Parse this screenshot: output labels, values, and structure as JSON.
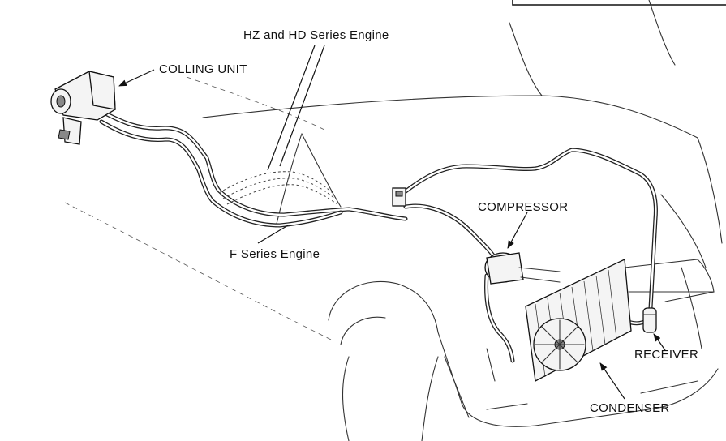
{
  "labels": {
    "hz_hd_engine": "HZ and HD Series Engine",
    "cooling_unit": "COLLING UNIT",
    "compressor": "COMPRESSOR",
    "f_series_engine": "F Series Engine",
    "receiver": "RECEIVER",
    "condenser": "CONDENSER"
  }
}
